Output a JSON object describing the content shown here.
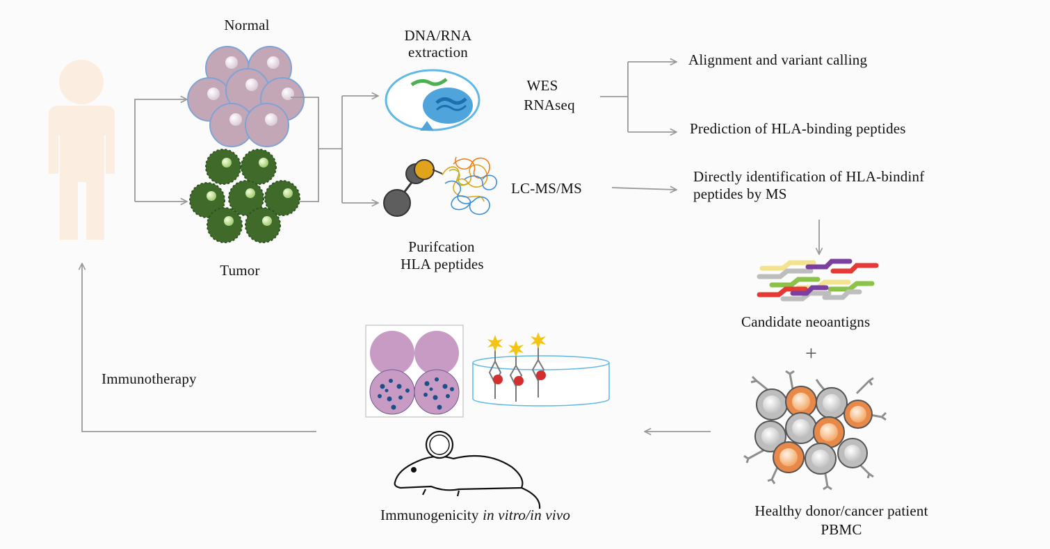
{
  "labels": {
    "normal": "Normal",
    "tumor": "Tumor",
    "extraction_line1": "DNA/RNA",
    "extraction_line2": "extraction",
    "wes": "WES",
    "rnaseq": "RNAseq",
    "alignment": "Alignment and variant calling",
    "prediction": "Prediction of HLA-binding peptides",
    "lcms": "LC-MS/MS",
    "direct_line1": "Directly identification of HLA-bindinf",
    "direct_line2": "peptides by MS",
    "purification_line1": "Purifcation",
    "purification_line2": "HLA peptides",
    "candidate": "Candidate neoantigns",
    "plus": "+",
    "donor_line1": "Healthy donor/cancer patient",
    "donor_line2": "PBMC",
    "immunogenicity_prefix": "Immunogenicity ",
    "immunogenicity_italic": "in vitro/in vivo",
    "immunotherapy": "Immunotherapy"
  },
  "colors": {
    "arrow": "#999999",
    "normal_cell": "#c4a7b7",
    "normal_cell_border": "#7fa3d4",
    "tumor_cell": "#3f6a2a",
    "body_silhouette": "#fbeee0",
    "plate_pink": "#c79bc4",
    "dot_blue": "#1a4f8a",
    "tcell_orange": "#e8894a",
    "tcell_grey": "#bdbdbd"
  },
  "icons": [
    "human-silhouette-icon",
    "cell-cluster-icon",
    "tumor-cluster-icon",
    "cell-nucleus-icon",
    "beads-peptides-icon",
    "neoantigen-peptides-icon",
    "elispot-plate-icon",
    "assay-dish-icon",
    "mouse-icon",
    "pbmc-cluster-icon"
  ]
}
